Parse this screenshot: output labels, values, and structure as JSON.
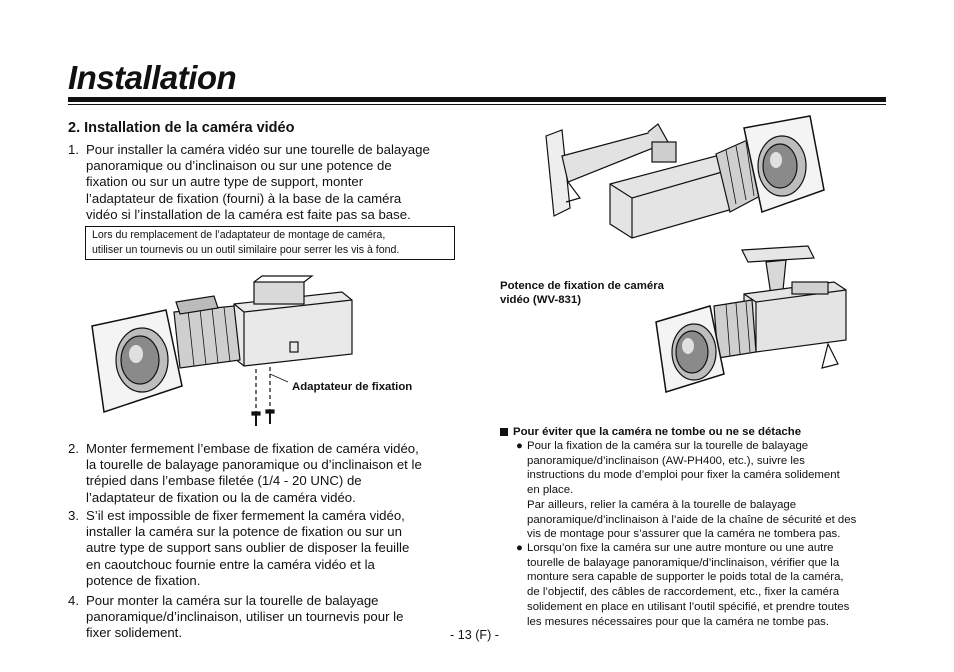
{
  "page": {
    "title": "Installation",
    "section_heading": "2.  Installation de la caméra vidéo",
    "steps": [
      {
        "num": "1.",
        "lines": [
          "Pour installer la caméra vidéo sur une tourelle de balayage",
          "panoramique ou d’inclinaison ou sur une potence de",
          "fixation ou sur un autre type de support, monter",
          "l’adaptateur de fixation (fourni) à la base de la caméra",
          "vidéo si l’installation de la caméra est faite pas sa base."
        ]
      },
      {
        "num": "2.",
        "lines": [
          "Monter fermement l’embase de fixation de caméra vidéo,",
          "la tourelle de balayage panoramique ou d’inclinaison et le",
          "trépied dans l’embase filetée (1/4 - 20 UNC) de",
          "l’adaptateur de fixation ou la de caméra vidéo."
        ]
      },
      {
        "num": "3.",
        "lines": [
          "S’il est impossible de fixer fermement la caméra vidéo,",
          "installer la caméra sur la potence de fixation ou sur un",
          "autre type de support sans oublier de disposer la feuille",
          "en caoutchouc fournie entre la caméra vidéo et la",
          "potence de fixation."
        ]
      },
      {
        "num": "4.",
        "lines": [
          "Pour monter la caméra sur la tourelle de balayage",
          "panoramique/d’inclinaison, utiliser un tournevis pour le",
          "fixer solidement."
        ]
      }
    ],
    "note": [
      "Lors du remplacement de l’adaptateur de montage de caméra,",
      "utiliser un tournevis ou un outil similaire pour serrer les vis à fond."
    ],
    "captions": {
      "adapter": "Adaptateur de fixation",
      "potence": [
        "Potence de fixation de caméra",
        "vidéo (WV-831)"
      ]
    },
    "warning": {
      "heading": "Pour éviter que la caméra ne tombe ou ne se détache",
      "bullets": [
        {
          "mark": "●",
          "lines": [
            "Pour la fixation de la caméra sur la tourelle de balayage",
            "panoramique/d’inclinaison (AW-PH400, etc.), suivre les",
            "instructions du mode d’emploi pour fixer la caméra solidement",
            "en place.",
            "Par ailleurs, relier la caméra à la tourelle de balayage",
            "panoramique/d’inclinaison à l’aide de la chaîne de sécurité et des",
            "vis de montage pour s’assurer que la caméra ne tombera pas."
          ]
        },
        {
          "mark": "●",
          "lines": [
            "Lorsqu’on fixe la caméra sur une autre monture ou une autre",
            "tourelle de balayage panoramique/d’inclinaison, vérifier que la",
            "monture sera capable de supporter le poids total de la caméra,",
            "de l’objectif, des câbles de raccordement, etc., fixer la caméra",
            "solidement en place en utilisant l’outil spécifié, et prendre toutes",
            "les mesures nécessaires pour que la caméra ne tombe pas."
          ]
        }
      ]
    },
    "footer": "- 13 (F) -"
  }
}
